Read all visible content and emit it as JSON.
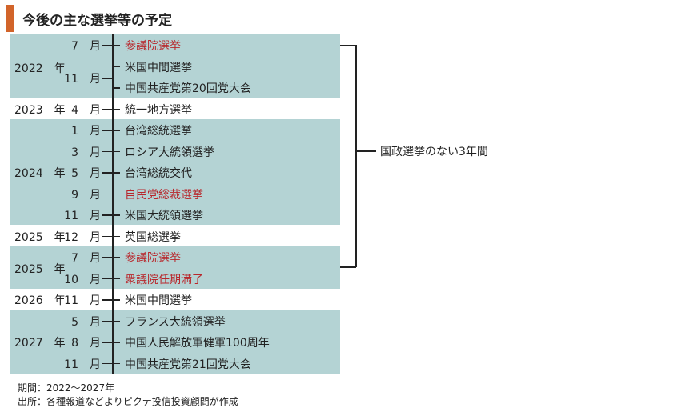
{
  "title": "今後の主な選挙等の予定",
  "rows": [
    {
      "year": "",
      "month": "7　月",
      "event": "参議院選挙",
      "red": true
    },
    {
      "year": "2022　年",
      "month": "",
      "event": "米国中間選挙",
      "red": false
    },
    {
      "year": "",
      "month": "11　月",
      "event": "中国共産党第20回党大会",
      "red": false
    },
    {
      "year": "2023　年",
      "month": "4　月",
      "event": "統一地方選挙",
      "red": false
    },
    {
      "year": "",
      "month": "1　月",
      "event": "台湾総統選挙",
      "red": false
    },
    {
      "year": "",
      "month": "3　月",
      "event": "ロシア大統領選挙",
      "red": false
    },
    {
      "year": "2024　年",
      "month": "5　月",
      "event": "台湾総統交代",
      "red": false
    },
    {
      "year": "",
      "month": "9　月",
      "event": "自民党総裁選挙",
      "red": true
    },
    {
      "year": "",
      "month": "11　月",
      "event": "米国大統領選挙",
      "red": false
    },
    {
      "year": "2025　年",
      "month": "12　月",
      "event": "英国総選挙",
      "red": false
    },
    {
      "year": "",
      "month": "7　月",
      "event": "参議院選挙",
      "red": true
    },
    {
      "year": "2025　年",
      "month": "10　月",
      "event": "衆議院任期満了",
      "red": true
    },
    {
      "year": "2026　年",
      "month": "11　月",
      "event": "米国中間選挙",
      "red": false
    },
    {
      "year": "",
      "month": "5　月",
      "event": "フランス大統領選挙",
      "red": false
    },
    {
      "year": "2027　年",
      "month": "8　月",
      "event": "中国人民解放軍健軍100周年",
      "red": false
    },
    {
      "year": "",
      "month": "11　月",
      "event": "中国共産党第21回党大会",
      "red": false
    }
  ],
  "bracket_label": "国政選挙のない3年間",
  "notes": {
    "period": "期間：2022～2027年",
    "source": "出所：各種報道などよりピクテ投信投資顧問が作成"
  },
  "colors": {
    "band": "#b4d3d4",
    "accent": "#d2642a",
    "red": "#b8272c"
  }
}
